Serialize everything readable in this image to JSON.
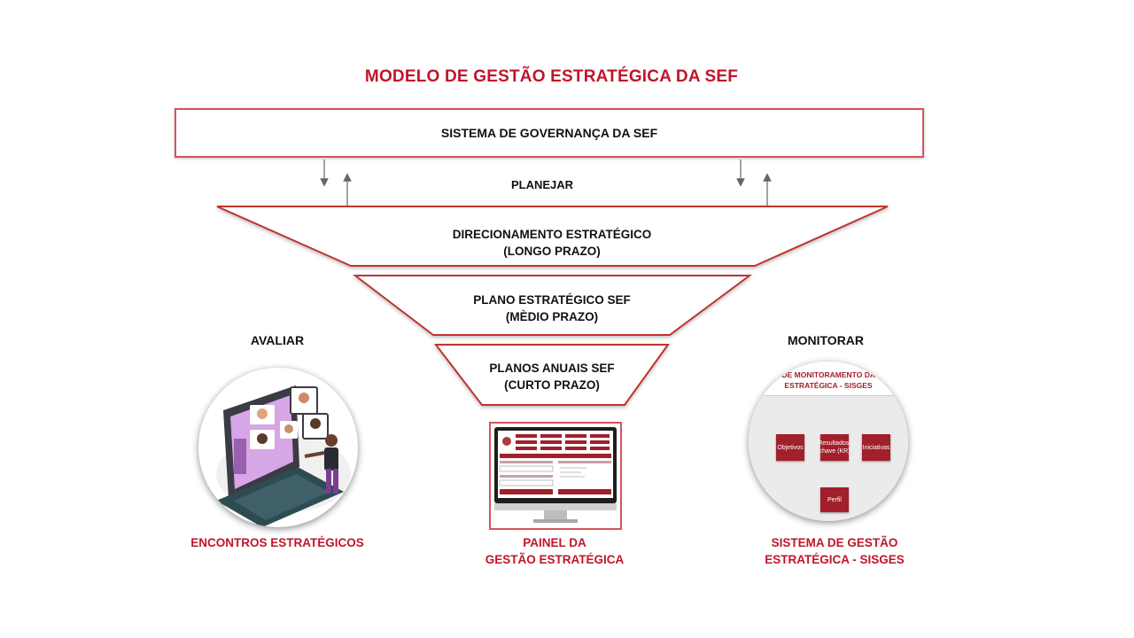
{
  "title": "MODELO DE GESTÃO ESTRATÉGICA DA SEF",
  "governance": {
    "label": "SISTEMA DE GOVERNANÇA DA SEF"
  },
  "planejar_label": "PLANEJAR",
  "tiers": [
    {
      "line1": "DIRECIONAMENTO ESTRATÉGICO",
      "line2": "(LONGO PRAZO)"
    },
    {
      "line1": "PLANO ESTRATÉGICO SEF",
      "line2": "(MÈDIO PRAZO)"
    },
    {
      "line1": "PLANOS ANUAIS SEF",
      "line2": "(CURTO PRAZO)"
    }
  ],
  "left": {
    "label": "AVALIAR",
    "caption": "ENCONTROS ESTRATÉGICOS",
    "icon": "video-conference-illustration"
  },
  "center": {
    "caption_line1": "PAINEL DA",
    "caption_line2": "GESTÃO ESTRATÉGICA",
    "icon": "monitor-dashboard"
  },
  "right": {
    "label": "MONITORAR",
    "caption_line1": "SISTEMA DE GESTÃO",
    "caption_line2": "ESTRATÉGICA - SISGES",
    "screen_header_line1": "STEMA DE MONITORAMENTO DA GESTÃ",
    "screen_header_line2": "ESTRATÉGICA - SISGES",
    "buttons": [
      "Objetivos",
      "Resultados-chave (KR)",
      "Iniciativas",
      "Perfil"
    ]
  },
  "colors": {
    "accent_red": "#c0152a",
    "border_red": "#d6555a",
    "button_red": "#a21f2c",
    "arrow_gray": "#666666"
  }
}
